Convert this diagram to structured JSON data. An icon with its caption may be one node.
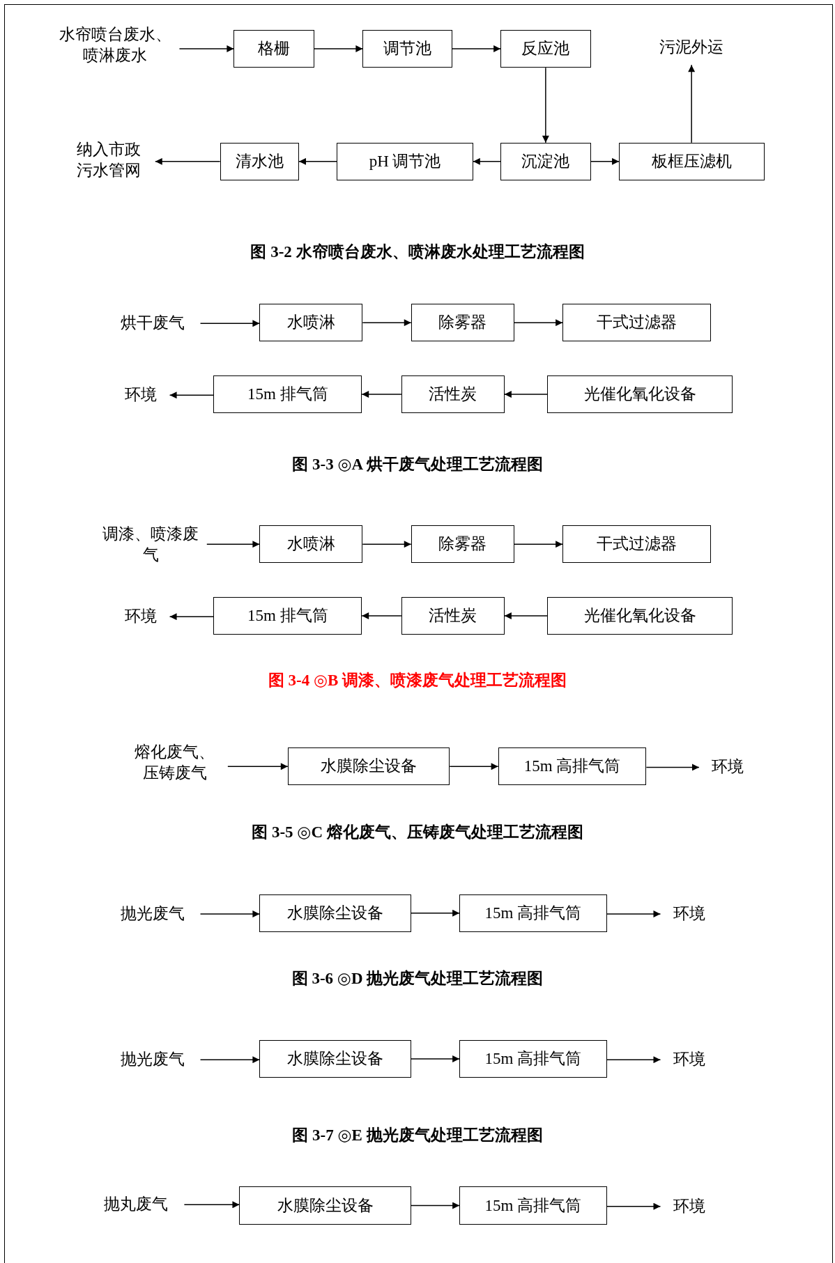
{
  "diagram": {
    "nodes": [
      {
        "text": [
          "水帘喷台废水、喷淋废水"
        ]
      },
      {
        "text": [
          "格栅"
        ]
      },
      {
        "text": [
          "调节池"
        ]
      },
      {
        "text": [
          "反应池"
        ]
      },
      {
        "text": [
          "污泥外运"
        ]
      },
      {
        "text": [
          "纳入市政污水管网"
        ]
      },
      {
        "text": [
          "清水池"
        ]
      },
      {
        "text": [
          "pH 调节池"
        ]
      },
      {
        "text": [
          "沉淀池"
        ]
      },
      {
        "text": [
          "板框压滤机"
        ]
      },
      {
        "text": [
          "烘干废气"
        ]
      },
      {
        "text": [
          "水喷淋"
        ]
      },
      {
        "text": [
          "除雾器"
        ]
      },
      {
        "text": [
          "干式过滤器"
        ]
      },
      {
        "text": [
          "环境"
        ]
      },
      {
        "text": [
          "15m 排气筒"
        ]
      },
      {
        "text": [
          "活性炭"
        ]
      },
      {
        "text": [
          "光催化氧化设备"
        ]
      },
      {
        "text": [
          "调漆、喷漆废气"
        ]
      },
      {
        "text": [
          "水喷淋"
        ]
      },
      {
        "text": [
          "除雾器"
        ]
      },
      {
        "text": [
          "干式过滤器"
        ]
      },
      {
        "text": [
          "环境"
        ]
      },
      {
        "text": [
          "15m 排气筒"
        ]
      },
      {
        "text": [
          "活性炭"
        ]
      },
      {
        "text": [
          "光催化氧化设备"
        ]
      },
      {
        "text": [
          "熔化废气、压铸废气"
        ]
      },
      {
        "text": [
          "水膜除尘设备"
        ]
      },
      {
        "text": [
          "15m 高排气筒"
        ]
      },
      {
        "text": [
          "环境"
        ]
      },
      {
        "text": [
          "抛光废气"
        ]
      },
      {
        "text": [
          "水膜除尘设备"
        ]
      },
      {
        "text": [
          "15m 高排气筒"
        ]
      },
      {
        "text": [
          "环境"
        ]
      },
      {
        "text": [
          "抛光废气"
        ]
      },
      {
        "text": [
          "水膜除尘设备"
        ]
      },
      {
        "text": [
          "15m 高排气筒"
        ]
      },
      {
        "text": [
          "环境"
        ]
      },
      {
        "text": [
          "抛丸废气"
        ]
      },
      {
        "text": [
          "水膜除尘设备"
        ]
      },
      {
        "text": [
          "15m 高排气筒"
        ]
      },
      {
        "text": [
          "环境"
        ]
      }
    ],
    "edges": [
      {
        "from": 0,
        "to": 1,
        "arrow": "to"
      },
      {
        "from": 1,
        "to": 2,
        "arrow": "to"
      },
      {
        "from": 2,
        "to": 3,
        "arrow": "to"
      },
      {
        "from": 3,
        "to": 8,
        "arrow": "to"
      },
      {
        "from": 8,
        "to": 7,
        "arrow": "to"
      },
      {
        "from": 7,
        "to": 6,
        "arrow": "to"
      },
      {
        "from": 6,
        "to": 5,
        "arrow": "to"
      },
      {
        "from": 8,
        "to": 9,
        "arrow": "to"
      },
      {
        "from": 9,
        "to": 4,
        "arrow": "to"
      },
      {
        "from": 10,
        "to": 11,
        "arrow": "to"
      },
      {
        "from": 11,
        "to": 12,
        "arrow": "to"
      },
      {
        "from": 12,
        "to": 13,
        "arrow": "to"
      },
      {
        "from": 17,
        "to": 16,
        "arrow": "to"
      },
      {
        "from": 16,
        "to": 15,
        "arrow": "to"
      },
      {
        "from": 15,
        "to": 14,
        "arrow": "to"
      },
      {
        "from": 18,
        "to": 19,
        "arrow": "to"
      },
      {
        "from": 19,
        "to": 20,
        "arrow": "to"
      },
      {
        "from": 20,
        "to": 21,
        "arrow": "to"
      },
      {
        "from": 25,
        "to": 24,
        "arrow": "to"
      },
      {
        "from": 24,
        "to": 23,
        "arrow": "to"
      },
      {
        "from": 23,
        "to": 22,
        "arrow": "to"
      },
      {
        "from": 26,
        "to": 27,
        "arrow": "to"
      },
      {
        "from": 27,
        "to": 28,
        "arrow": "to"
      },
      {
        "from": 28,
        "to": 29,
        "arrow": "to"
      },
      {
        "from": 30,
        "to": 31,
        "arrow": "to"
      },
      {
        "from": 31,
        "to": 32,
        "arrow": "to"
      },
      {
        "from": 32,
        "to": 33,
        "arrow": "to"
      },
      {
        "from": 34,
        "to": 35,
        "arrow": "to"
      },
      {
        "from": 35,
        "to": 36,
        "arrow": "to"
      },
      {
        "from": 36,
        "to": 37,
        "arrow": "to"
      },
      {
        "from": 38,
        "to": 39,
        "arrow": "to"
      },
      {
        "from": 39,
        "to": 40,
        "arrow": "to"
      },
      {
        "from": 40,
        "to": 41,
        "arrow": "to"
      }
    ],
    "labels": [
      "图 3-2 水帘喷台废水、喷淋废水处理工艺流程图",
      "图 3-3 ◎A 烘干废气处理工艺流程图",
      "图 3-4 ◎B 调漆、喷漆废气处理工艺流程图",
      "图 3-5 ◎C 熔化废气、压铸废气处理工艺流程图",
      "图 3-6 ◎D 抛光废气处理工艺流程图",
      "图 3-7 ◎E 抛光废气处理工艺流程图"
    ]
  }
}
